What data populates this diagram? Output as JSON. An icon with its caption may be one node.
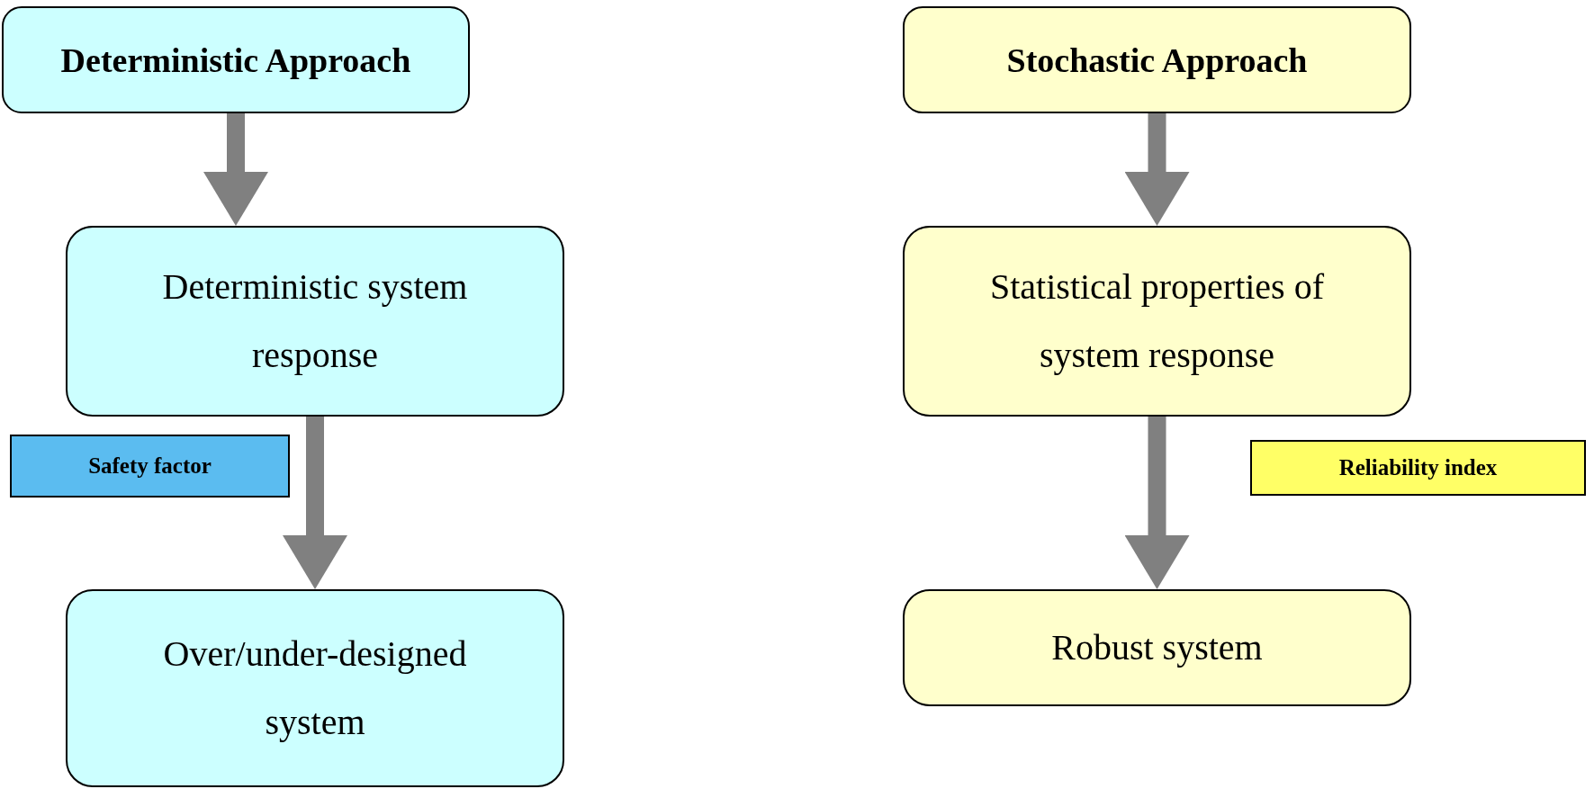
{
  "diagram": {
    "nodes": [
      {
        "text": [
          "Deterministic Approach"
        ]
      },
      {
        "text": [
          "Deterministic system response"
        ]
      },
      {
        "text": [
          "Safety factor"
        ]
      },
      {
        "text": [
          "Over/under-designed system"
        ]
      },
      {
        "text": [
          "Stochastic Approach"
        ]
      },
      {
        "text": [
          "Statistical properties of system response"
        ]
      },
      {
        "text": [
          "Reliability index"
        ]
      },
      {
        "text": [
          "Robust system"
        ]
      }
    ],
    "edges": [
      {
        "from": 0,
        "to": 1,
        "arrow": "to"
      },
      {
        "from": 1,
        "to": 3,
        "arrow": "to"
      },
      {
        "from": 4,
        "to": 5,
        "arrow": "to"
      },
      {
        "from": 5,
        "to": 7,
        "arrow": "to"
      }
    ]
  }
}
